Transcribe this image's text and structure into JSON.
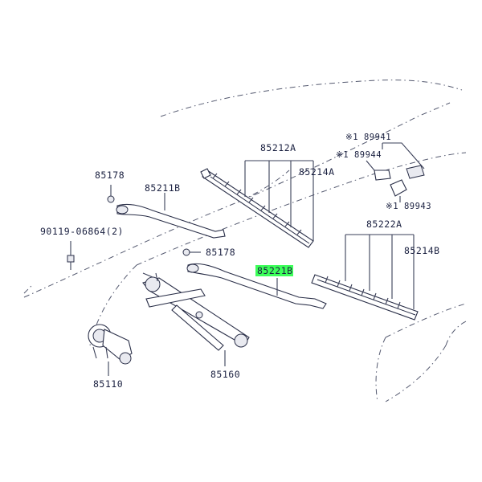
{
  "diagram": {
    "labels": {
      "p85212A": "85212A",
      "p85214A": "85214A",
      "p89941": "※1 89941",
      "p89944": "※1 89944",
      "p89943": "※1 89943",
      "p85178_top": "85178",
      "p85211B": "85211B",
      "p90119": "90119-06864(2)",
      "p85178_mid": "85178",
      "p85221B": "85221B",
      "p85222A": "85222A",
      "p85214B": "85214B",
      "p85110": "85110",
      "p85160": "85160"
    },
    "highlight": {
      "part": "85221B",
      "color": "#3dff5a"
    }
  }
}
